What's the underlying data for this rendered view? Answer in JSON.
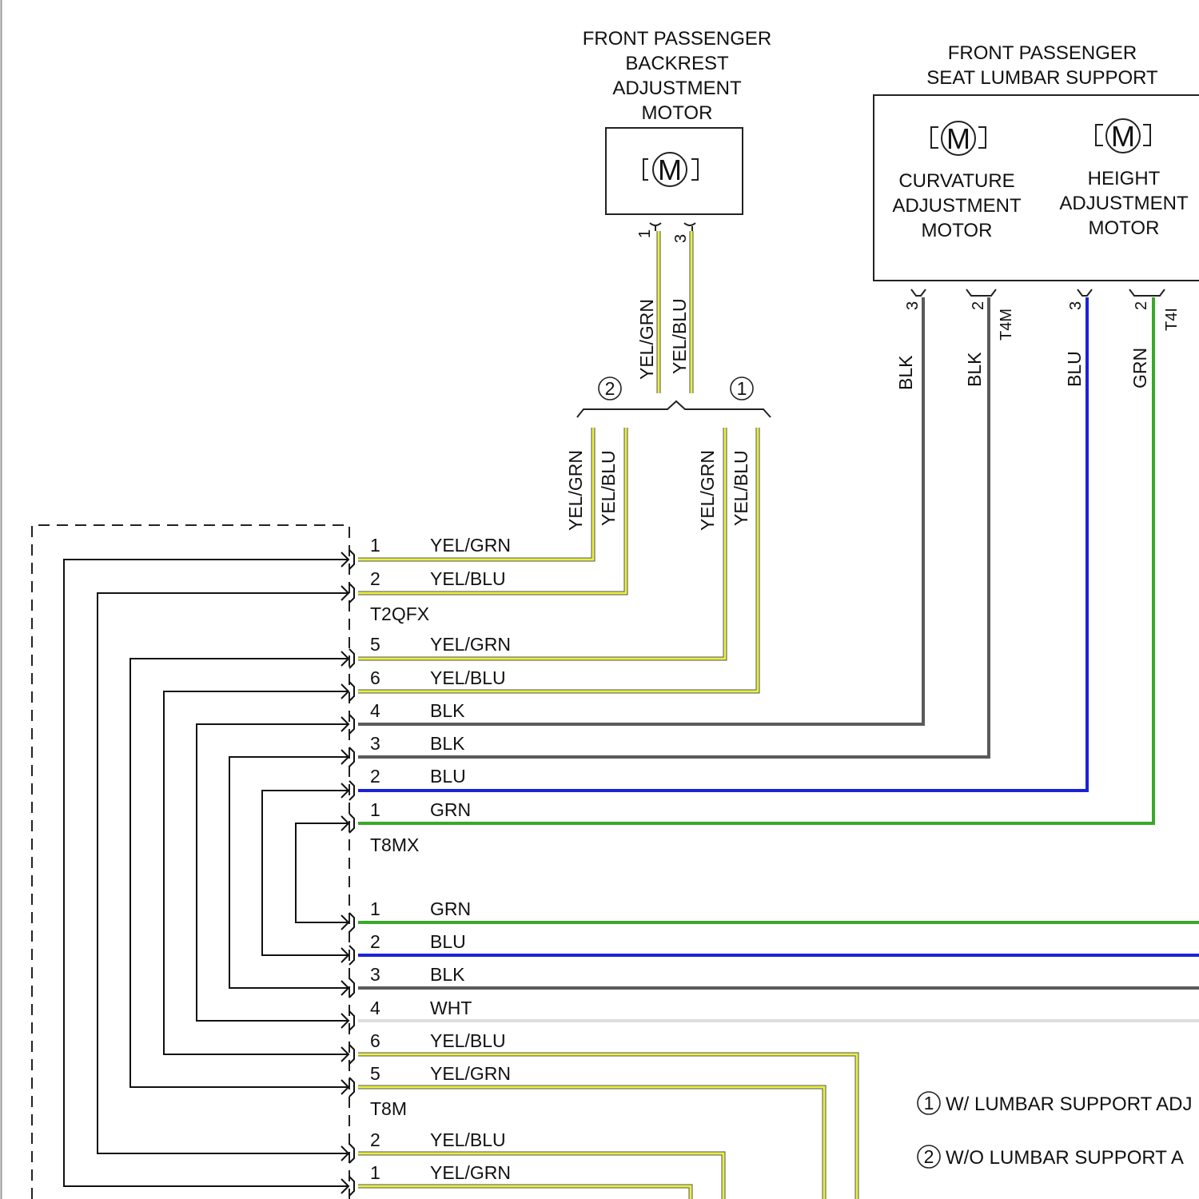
{
  "components": {
    "backrest_motor": {
      "title_lines": [
        "FRONT PASSENGER",
        "BACKREST",
        "ADJUSTMENT",
        "MOTOR"
      ],
      "motor_symbol": "M",
      "pins": [
        "1",
        "3"
      ],
      "wires": [
        "YEL/GRN",
        "YEL/BLU"
      ]
    },
    "lumbar_support": {
      "title_lines": [
        "FRONT PASSENGER",
        "SEAT LUMBAR SUPPORT"
      ],
      "curvature_motor": {
        "symbol": "M",
        "label_lines": [
          "CURVATURE",
          "ADJUSTMENT",
          "MOTOR"
        ]
      },
      "height_motor": {
        "symbol": "M",
        "label_lines": [
          "HEIGHT",
          "ADJUSTMENT",
          "MOTOR"
        ]
      },
      "connector_t4m": {
        "name": "T4M",
        "pins": [
          "3",
          "2"
        ],
        "wires": [
          "BLK",
          "BLK"
        ]
      },
      "connector_t4i": {
        "name": "T4I",
        "pins": [
          "3",
          "2"
        ],
        "wires": [
          "BLU",
          "GRN"
        ]
      }
    }
  },
  "splice": {
    "option_markers": [
      "2",
      "1"
    ],
    "branch_2_wires": [
      "YEL/GRN",
      "YEL/BLU"
    ],
    "branch_1_wires": [
      "YEL/GRN",
      "YEL/BLU"
    ]
  },
  "connectors": {
    "t2qfx": {
      "name": "T2QFX",
      "pins": [
        {
          "num": "1",
          "color": "YEL/GRN"
        },
        {
          "num": "2",
          "color": "YEL/BLU"
        }
      ]
    },
    "t8mx": {
      "name": "T8MX",
      "pins": [
        {
          "num": "5",
          "color": "YEL/GRN"
        },
        {
          "num": "6",
          "color": "YEL/BLU"
        },
        {
          "num": "4",
          "color": "BLK"
        },
        {
          "num": "3",
          "color": "BLK"
        },
        {
          "num": "2",
          "color": "BLU"
        },
        {
          "num": "1",
          "color": "GRN"
        }
      ]
    },
    "t8m": {
      "name": "T8M",
      "pins": [
        {
          "num": "1",
          "color": "GRN"
        },
        {
          "num": "2",
          "color": "BLU"
        },
        {
          "num": "3",
          "color": "BLK"
        },
        {
          "num": "4",
          "color": "WHT"
        },
        {
          "num": "6",
          "color": "YEL/BLU"
        },
        {
          "num": "5",
          "color": "YEL/GRN"
        }
      ]
    },
    "bottom": {
      "pins": [
        {
          "num": "2",
          "color": "YEL/BLU"
        },
        {
          "num": "1",
          "color": "YEL/GRN"
        }
      ]
    }
  },
  "legend": [
    {
      "marker": "1",
      "text": "W/ LUMBAR SUPPORT ADJ"
    },
    {
      "marker": "2",
      "text": "W/O LUMBAR SUPPORT A"
    }
  ],
  "wire_colors": {
    "yellow": "#e8f040",
    "black_wire": "#5a5a5a",
    "blue": "#1a22d8",
    "green": "#3aa82a",
    "white_wire": "#dedede"
  }
}
